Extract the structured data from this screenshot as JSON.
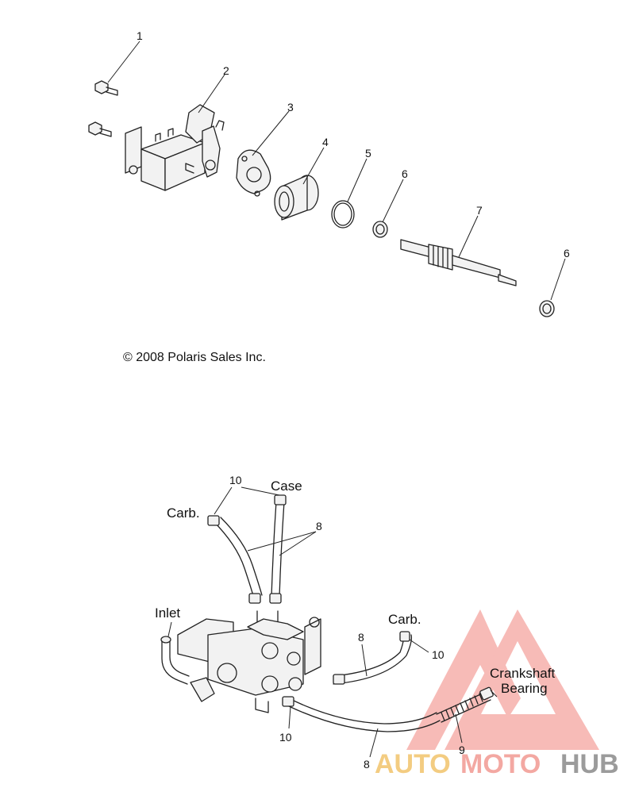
{
  "upper_callouts": [
    "1",
    "2",
    "3",
    "4",
    "5",
    "6",
    "7",
    "6"
  ],
  "copyright": "© 2008 Polaris Sales Inc.",
  "lower_labels": {
    "carb_top": "Carb.",
    "case": "Case",
    "inlet": "Inlet",
    "carb_right": "Carb.",
    "crankshaft_line1": "Crankshaft",
    "crankshaft_line2": "Bearing"
  },
  "lower_callouts": {
    "n10_top": "10",
    "n8_top": "8",
    "n8_mid": "8",
    "n10_right": "10",
    "n10_bottom": "10",
    "n8_bottom": "8",
    "n9": "9"
  },
  "watermark": {
    "auto": "AUTO",
    "moto": "MOTO",
    "hub": "HUB",
    "colors": {
      "triangle": "#f5a5a0",
      "auto": "#f2c46c",
      "moto": "#f29a92",
      "hub": "#8a8a8a"
    }
  }
}
